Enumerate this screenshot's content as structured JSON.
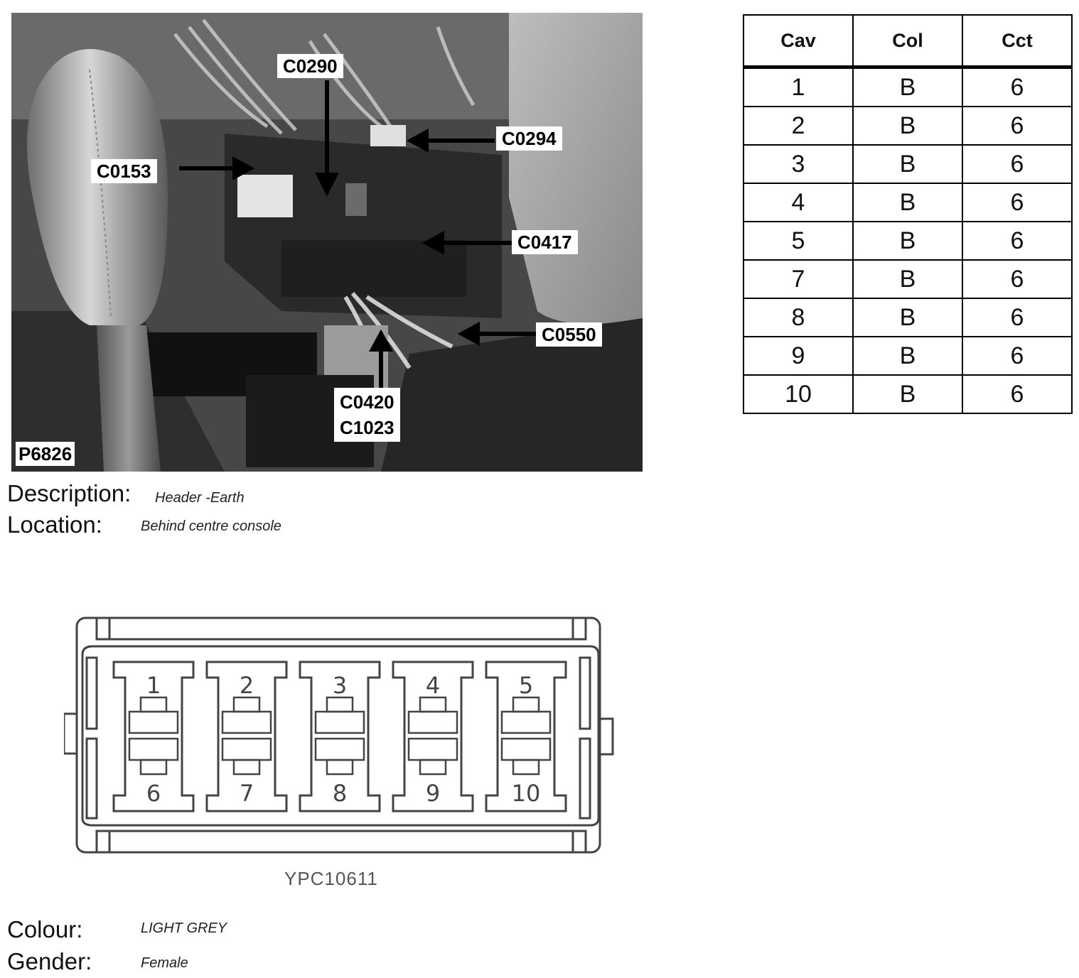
{
  "photo": {
    "id_label": "P6826",
    "callouts": {
      "c0290": "C0290",
      "c0294": "C0294",
      "c0153": "C0153",
      "c0417": "C0417",
      "c0550": "C0550",
      "c0420": "C0420",
      "c1023": "C1023"
    }
  },
  "info": {
    "description_label": "Description:",
    "description_value": "Header -Earth",
    "location_label": "Location:",
    "location_value": "Behind centre console",
    "colour_label": "Colour:",
    "colour_value": "LIGHT GREY",
    "gender_label": "Gender:",
    "gender_value": "Female"
  },
  "pin_table": {
    "headers": [
      "Cav",
      "Col",
      "Cct"
    ],
    "rows": [
      [
        "1",
        "B",
        "6"
      ],
      [
        "2",
        "B",
        "6"
      ],
      [
        "3",
        "B",
        "6"
      ],
      [
        "4",
        "B",
        "6"
      ],
      [
        "5",
        "B",
        "6"
      ],
      [
        "7",
        "B",
        "6"
      ],
      [
        "8",
        "B",
        "6"
      ],
      [
        "9",
        "B",
        "6"
      ],
      [
        "10",
        "B",
        "6"
      ]
    ]
  },
  "connector": {
    "part_number": "YPC10611",
    "top_pins": [
      "1",
      "2",
      "3",
      "4",
      "5"
    ],
    "bottom_pins": [
      "6",
      "7",
      "8",
      "9",
      "10"
    ]
  }
}
